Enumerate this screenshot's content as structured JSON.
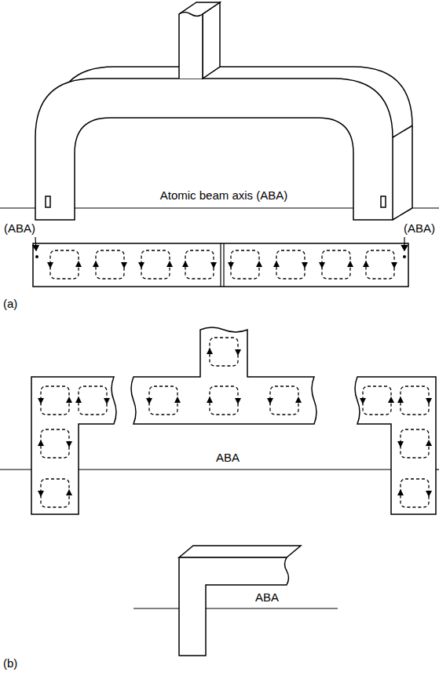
{
  "diagram": {
    "labels": [
      "Atomic beam axis (ABA)",
      "(ABA)",
      "(ABA)",
      "(a)",
      "ABA",
      "ABA",
      "(b)"
    ]
  }
}
